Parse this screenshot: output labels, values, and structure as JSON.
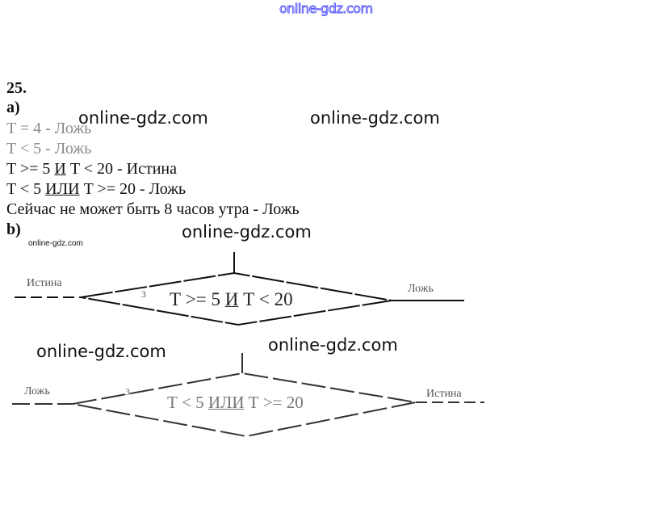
{
  "watermarks": {
    "top": "online-gdz.com",
    "marks": [
      "online-gdz.com",
      "online-gdz.com",
      "online-gdz.com",
      "online-gdz.com",
      "online-gdz.com"
    ],
    "small": "online-gdz.com"
  },
  "task": {
    "number": "25.",
    "part_a_label": "a)",
    "lines": [
      {
        "pre": "T = 4 - Ложь"
      },
      {
        "pre": "T < 5 - Ложь"
      },
      {
        "pre": "T >= 5 ",
        "op": "И",
        "post": " T < 20 - Истина"
      },
      {
        "pre": "T < 5 ",
        "op": "ИЛИ",
        "post": " T >= 20 - Ложь"
      },
      {
        "pre": "Сейчас не может быть 8 часов утра - Ложь"
      }
    ],
    "part_b_label": "b)"
  },
  "diagrams": [
    {
      "pre": "Т >= 5 ",
      "op": "И",
      "post": " Т < 20",
      "left_label": "Истина",
      "right_label": "Ложь",
      "mark": "3"
    },
    {
      "pre": "Т < 5 ",
      "op": "ИЛИ",
      "post": " Т >= 20",
      "left_label": "Ложь",
      "right_label": "Истина",
      "mark": "3"
    }
  ]
}
